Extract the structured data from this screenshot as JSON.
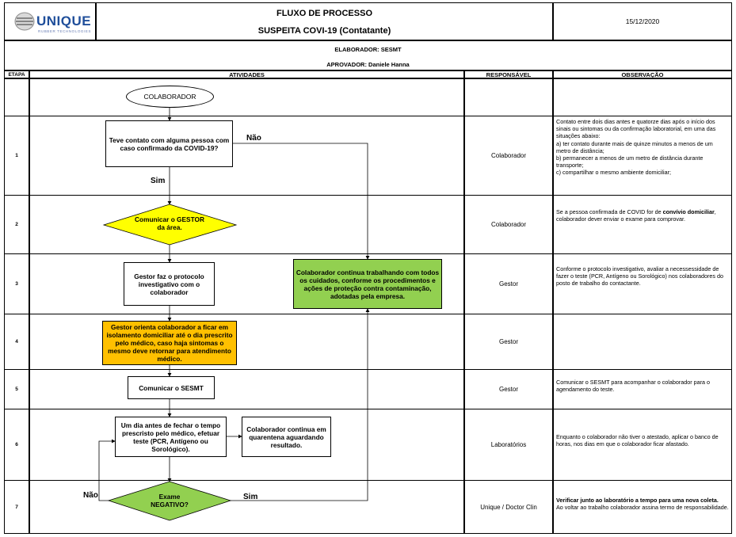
{
  "header": {
    "logo_text": "UNIQUE",
    "logo_sub": "RUBBER TECHNOLOGIES",
    "title1": "FLUXO DE PROCESSO",
    "title2": "SUSPEITA COVI-19 (Contatante)",
    "date": "15/12/2020",
    "elaborador": "ELABORADOR: SESMT",
    "aprovador": "APROVADOR: Daniele Hanna"
  },
  "columns": {
    "etapa": "ETAPA",
    "atividades": "ATIVIDADES",
    "responsavel": "RESPONSÁVEL",
    "observacao": "OBSERVAÇÃO"
  },
  "rows": [
    {
      "etapa": "",
      "responsavel": "",
      "obs": ""
    },
    {
      "etapa": "1",
      "responsavel": "Colaborador",
      "obs": ""
    },
    {
      "etapa": "2",
      "responsavel": "Colaborador",
      "obs": ""
    },
    {
      "etapa": "3",
      "responsavel": "Gestor",
      "obs": "Conforme o protocolo investigativo, avaliar a necessessidade de fazer o teste (PCR, Antígeno ou Sorológico) nos colaboradores do posto de trabalho do contactante."
    },
    {
      "etapa": "4",
      "responsavel": "Gestor",
      "obs": ""
    },
    {
      "etapa": "5",
      "responsavel": "Gestor",
      "obs": "Comunicar o SESMT para acompanhar o colaborador para o agendamento do teste."
    },
    {
      "etapa": "6",
      "responsavel": "Laboratórios",
      "obs": "Enquanto o colaborador não tiver o atestado, aplicar o banco de horas, nos dias em que o colaborador ficar afastado."
    },
    {
      "etapa": "7",
      "responsavel": "Unique / Doctor Clin",
      "obs": ""
    }
  ],
  "obs1": {
    "intro": "Contato entre dois dias antes e quatorze dias após o início dos sinais ou sintomas ou da confirmação laboratorial, em uma das situações abaixo:",
    "a": "a) ter contato durante mais de quinze minutos a menos de um metro de distância;",
    "b": "b) permanecer a menos de um metro de distância durante transporte;",
    "c": "c) compartilhar o mesmo ambiente domiciliar;"
  },
  "obs2": {
    "pre": "Se a pessoa confirmada de COVID for de ",
    "bold": "convívio domiciliar",
    "post": ", colaborador dever enviar o exame para comprovar."
  },
  "obs7": {
    "bold": "Verificar junto ao laboratório a tempo para uma nova coleta.",
    "rest": "Ao voltar ao trabalho colaborador assina termo de responsabilidade."
  },
  "flow": {
    "start": "COLABORADOR",
    "q1": "Teve contato com alguma pessoa com caso confirmado da COVID-19?",
    "nao1": "Não",
    "sim1": "Sim",
    "comunicar_gestor": "Comunicar o GESTOR da área.",
    "gestor_protocolo": "Gestor faz o protocolo investigativo com o colaborador",
    "continua_trabalhando": "Colaborador continua trabalhando com todos os cuidados, conforme os procedimentos e ações de proteção contra contaminação, adotadas pela empresa.",
    "gestor_orienta": "Gestor orienta colaborador a ficar em isolamento domiciliar até o dia prescrito pelo médico, caso haja sintomas o mesmo deve retornar para atendimento médico.",
    "comunicar_sesmt": "Comunicar o SESMT",
    "dia_antes": "Um dia antes de fechar o tempo prescristo pelo médico, efetuar teste (PCR, Antígeno ou Sorológico).",
    "quarentena": "Colaborador continua em quarentena aguardando resultado.",
    "exame": "Exame NEGATIVO?",
    "nao7": "Não",
    "sim7": "Sim"
  },
  "colors": {
    "green": "#92d050",
    "yellow": "#ffff00",
    "orange": "#ffc000",
    "logo_blue": "#1f4e9a"
  }
}
